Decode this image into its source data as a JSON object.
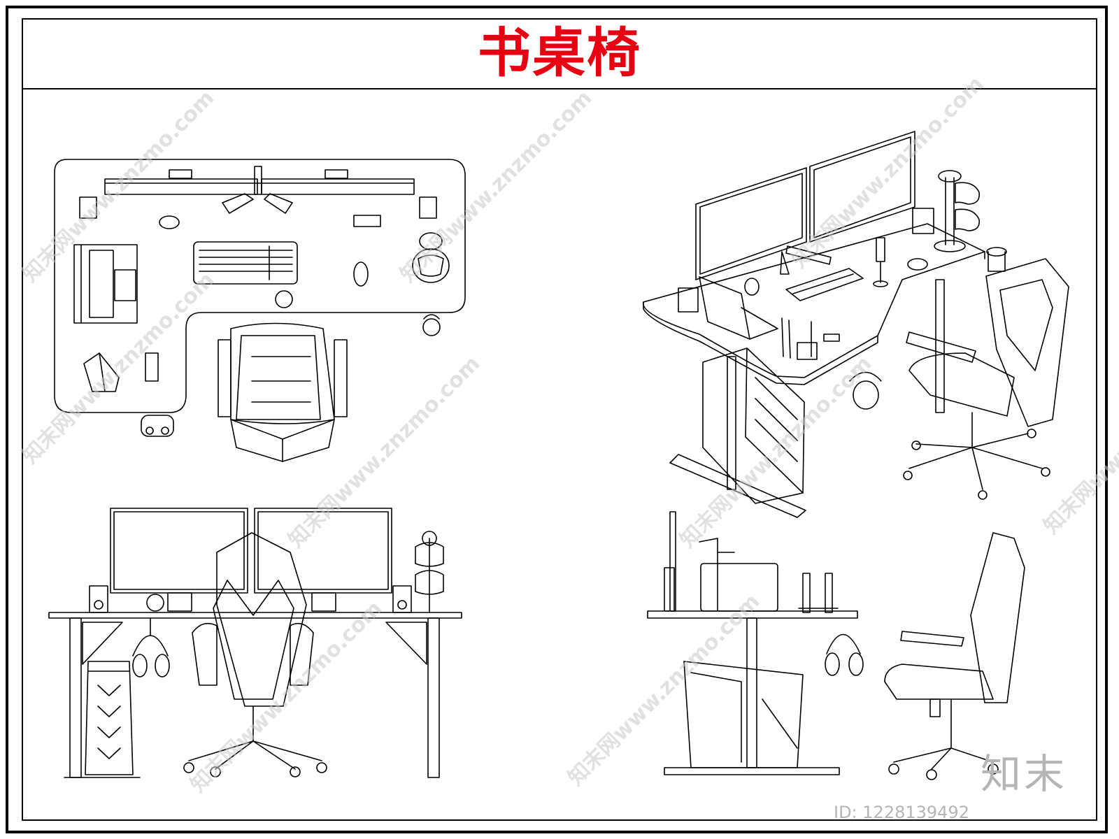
{
  "title": "书桌椅",
  "watermark_text": "知末网www.znzmo.com",
  "logo_text": "知末",
  "id_text": "ID: 1228139492",
  "colors": {
    "title": "#e60012",
    "lines": "#000000",
    "watermark": "#c9c9c9"
  },
  "views": [
    {
      "name": "top-plan",
      "items": [
        "dual-monitor",
        "speaker",
        "keyboard",
        "mouse",
        "laptop",
        "gamepad-stand",
        "mug",
        "headphones",
        "computer-case",
        "chair"
      ]
    },
    {
      "name": "isometric",
      "items": [
        "dual-monitor",
        "laptop",
        "keyboard",
        "microphone",
        "speaker",
        "gamepad-stand",
        "router",
        "headphones",
        "computer-case",
        "gaming-chair"
      ]
    },
    {
      "name": "front-elevation",
      "items": [
        "dual-monitor",
        "speaker",
        "gamepad-stand",
        "headphones",
        "computer-case",
        "gaming-chair"
      ]
    },
    {
      "name": "side-elevation",
      "items": [
        "monitor",
        "laptop",
        "headphones",
        "computer-case",
        "gaming-chair"
      ]
    }
  ]
}
